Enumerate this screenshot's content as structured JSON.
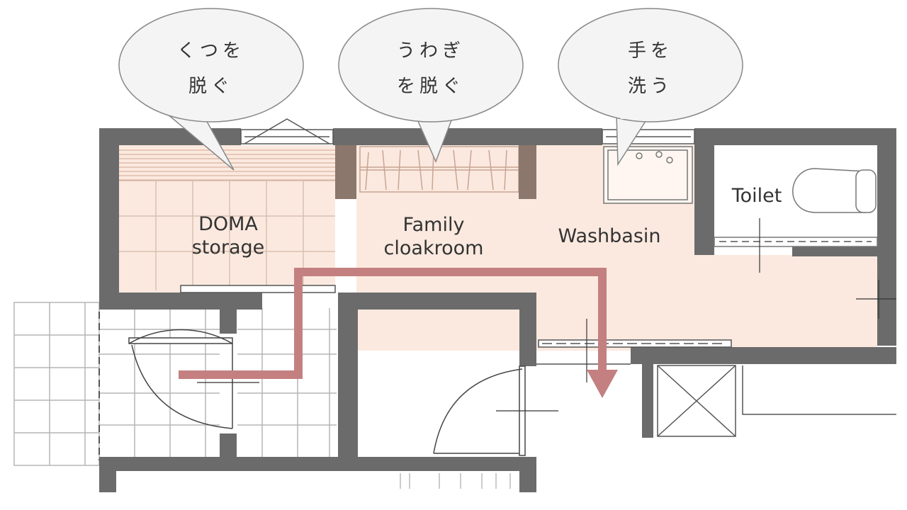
{
  "bubbles": [
    {
      "line1": "くつを",
      "line2": "脱ぐ"
    },
    {
      "line1": "うわぎ",
      "line2": "を脱ぐ"
    },
    {
      "line1": "手を",
      "line2": "洗う"
    }
  ],
  "rooms": {
    "doma_line1": "DOMA",
    "doma_line2": "storage",
    "family_line1": "Family",
    "family_line2": "cloakroom",
    "washbasin": "Washbasin",
    "toilet": "Toilet"
  },
  "colors": {
    "wall": "#6b6b6b",
    "floor_highlight": "#fbe9df",
    "route_arrow": "#c48080",
    "grid_line": "#bdbdbd",
    "bubble_fill": "#f4f4f4",
    "bubble_stroke": "#888888"
  }
}
